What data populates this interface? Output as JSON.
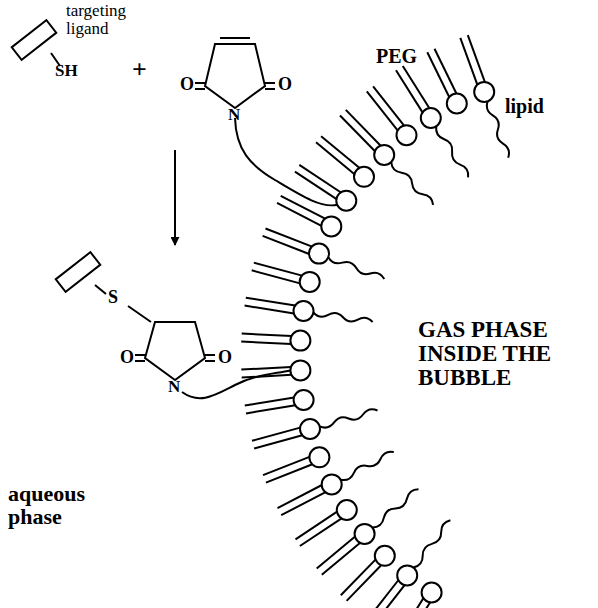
{
  "diagram": {
    "labels": [
      "targeting ligand",
      "SH",
      "+",
      "O",
      "O",
      "N",
      "PEG",
      "lipid",
      "S",
      "O",
      "O",
      "N",
      "GAS PHASE INSIDE THE BUBBLE",
      "aqueous phase"
    ]
  }
}
